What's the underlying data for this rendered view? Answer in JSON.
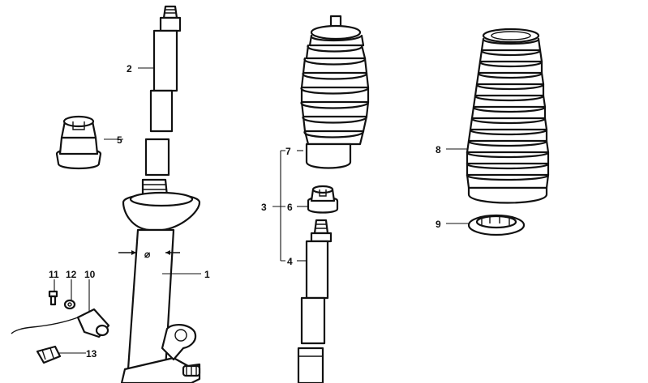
{
  "callouts": {
    "c1": "1",
    "c2": "2",
    "c3": "3",
    "c4": "4",
    "c5": "5",
    "c6": "6",
    "c7": "7",
    "c8": "8",
    "c9": "9",
    "c10": "10",
    "c11": "11",
    "c12": "12",
    "c13": "13"
  },
  "symbols": {
    "diameter": "⌀"
  }
}
